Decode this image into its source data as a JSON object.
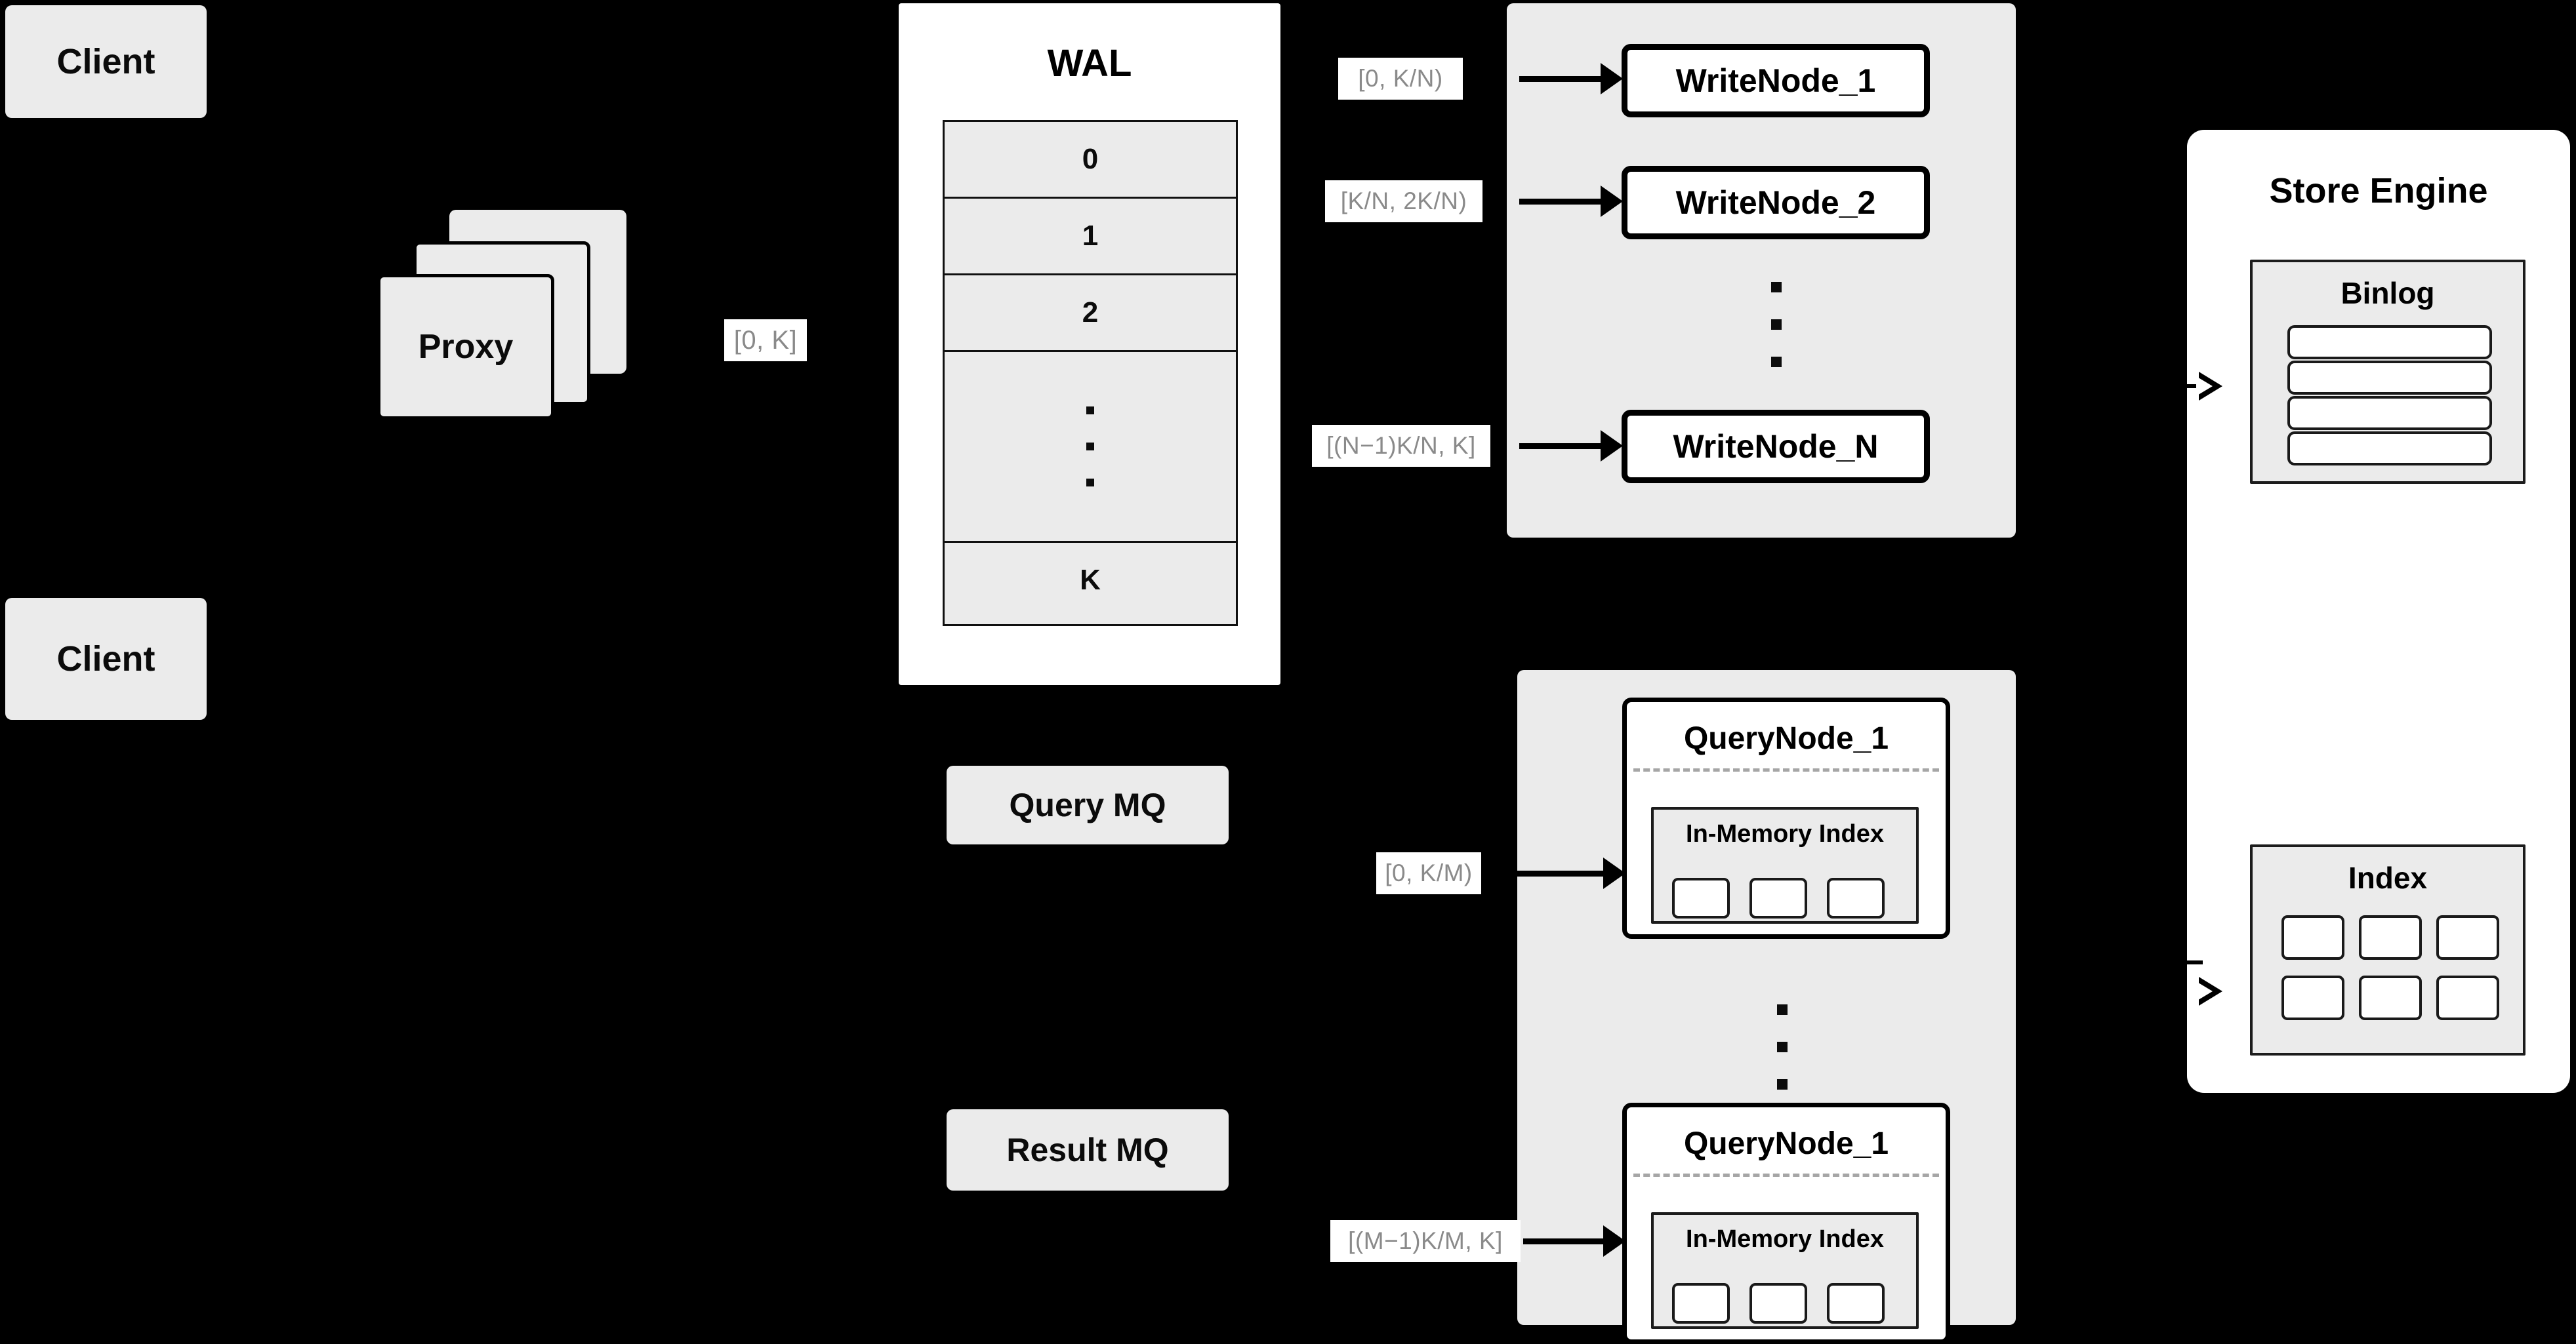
{
  "diagram": {
    "background_color": "#000000",
    "box_fill": "#ebebeb",
    "panel_fill": "#ffffff",
    "label_text_color": "#8a8a8a",
    "stroke_color": "#000000"
  },
  "clients": [
    {
      "label": "Client"
    },
    {
      "label": "Client"
    }
  ],
  "proxy": {
    "label": "Proxy",
    "stack_count": 3,
    "range_label": "[0, K]"
  },
  "wal": {
    "title": "WAL",
    "rows": [
      "0",
      "1",
      "2",
      "⋮",
      "K"
    ],
    "ellipsis_row_index": 3
  },
  "mq": [
    {
      "label": "Query MQ"
    },
    {
      "label": "Result MQ"
    }
  ],
  "write_cluster": {
    "nodes": [
      {
        "label": "WriteNode_1",
        "range_label": "[0,  K/N)"
      },
      {
        "label": "WriteNode_2",
        "range_label": "[K/N, 2K/N)"
      },
      {
        "label": "WriteNode_N",
        "range_label": "[(N−1)K/N,  K]"
      }
    ],
    "ellipsis": "⋮"
  },
  "query_cluster": {
    "nodes": [
      {
        "label": "QueryNode_1",
        "range_label": "[0, K/M)",
        "index": {
          "label": "In-Memory Index",
          "chip_count": 3
        }
      },
      {
        "label": "QueryNode_1",
        "range_label": "[(M−1)K/M, K]",
        "index": {
          "label": "In-Memory Index",
          "chip_count": 3
        }
      }
    ],
    "ellipsis": "⋮"
  },
  "store_engine": {
    "title": "Store Engine",
    "binlog": {
      "title": "Binlog",
      "bar_count": 4
    },
    "index": {
      "title": "Index",
      "chip_rows": 2,
      "chip_cols": 3
    }
  }
}
